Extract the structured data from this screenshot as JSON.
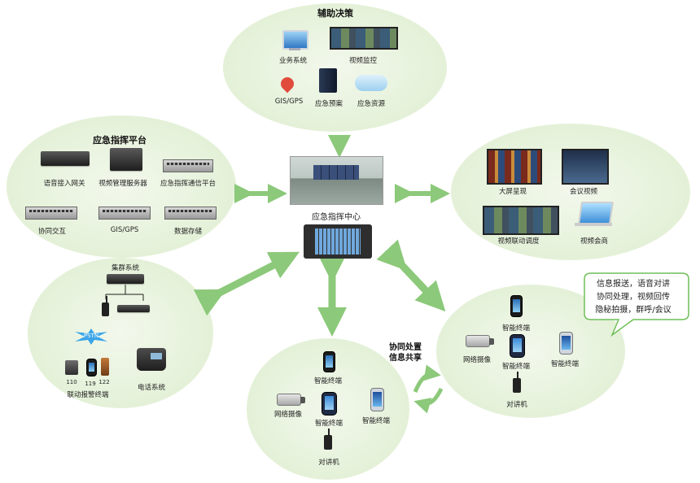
{
  "colors": {
    "ellipse_fill": "#e4f1d8",
    "arrow": "#8cc97a",
    "bubble_border": "#6fbf58"
  },
  "decision": {
    "title": "辅助决策",
    "items": [
      "业务系统",
      "视频监控",
      "GIS/GPS",
      "应急预案",
      "应急资源"
    ]
  },
  "platform": {
    "title": "应急指挥平台",
    "items": [
      "语音接入网关",
      "视频管理服务器",
      "应急指挥通信平台",
      "协同交互",
      "GIS/GPS",
      "数据存储"
    ]
  },
  "display": {
    "items": [
      "大屏呈现",
      "会议视频",
      "视频联动调度",
      "视频会商"
    ]
  },
  "center": {
    "label": "应急指挥中心"
  },
  "comm": {
    "top_label": "集群系统",
    "pstn": "PSTN",
    "numbers": [
      "110",
      "119",
      "122"
    ],
    "alarm_label": "联动报警终端",
    "phone_label": "电话系统"
  },
  "field": {
    "share_title": [
      "协同处置",
      "信息共享"
    ],
    "items": [
      "智能终端",
      "网络摄像",
      "智能终端",
      "智能终端",
      "对讲机"
    ]
  },
  "mobile": {
    "items": [
      "智能终端",
      "网络摄像",
      "智能终端",
      "智能终端",
      "对讲机"
    ]
  },
  "callout": [
    "信息报送，语音对讲",
    "协同处理，视频回传",
    "隐秘拍摄，群呼/会议"
  ]
}
